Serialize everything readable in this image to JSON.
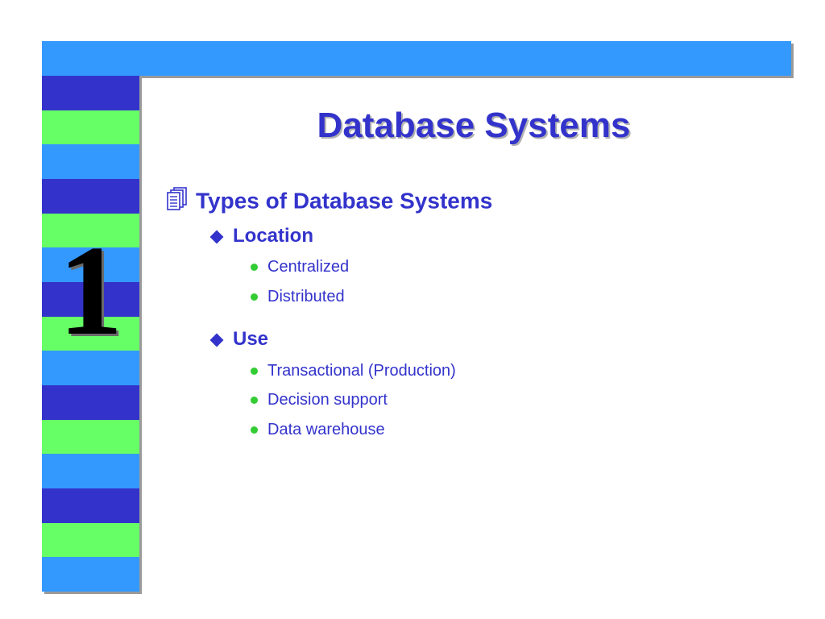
{
  "slide": {
    "title": "Database Systems",
    "section_number": "1",
    "colors": {
      "header_bar": "#3399ff",
      "title_text": "#3333cc",
      "bullet_text": "#3333cc",
      "stripe_dark_blue": "#3333cc",
      "stripe_green": "#66ff66",
      "stripe_light_blue": "#3399ff",
      "level3_bullet": "#33cc33"
    },
    "stripe_sequence": [
      "dark-blue",
      "green",
      "light-blue",
      "dark-blue",
      "green",
      "light-blue",
      "dark-blue",
      "green",
      "light-blue",
      "dark-blue",
      "green",
      "light-blue",
      "dark-blue",
      "green",
      "light-blue"
    ]
  },
  "outline": {
    "heading": {
      "text": "Types of Database Systems",
      "icon": "documents-icon"
    },
    "groups": [
      {
        "label": "Location",
        "icon": "diamond-bullet-icon",
        "items": [
          "Centralized",
          "Distributed"
        ]
      },
      {
        "label": "Use",
        "icon": "diamond-bullet-icon",
        "items": [
          "Transactional (Production)",
          "Decision support",
          "Data warehouse"
        ]
      }
    ]
  }
}
